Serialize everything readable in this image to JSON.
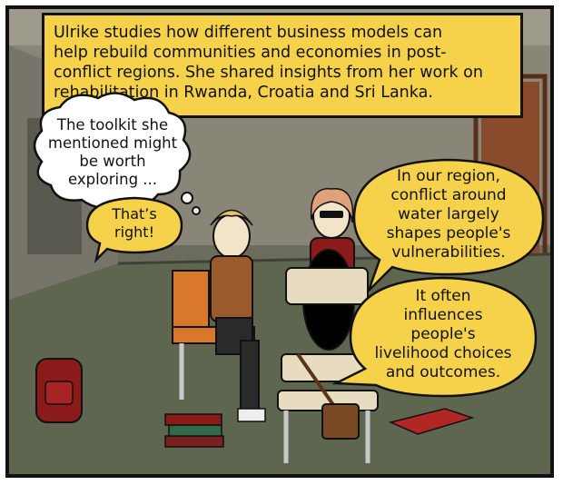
{
  "caption": {
    "lines": [
      "Ulrike studies how different business models can",
      "help rebuild communities and economies in post-",
      "conflict regions. She shared insights from her work on",
      "rehabilitation in Rwanda, Croatia and Sri Lanka."
    ]
  },
  "thought": {
    "lines": [
      "The toolkit she",
      "mentioned might",
      "be worth",
      "exploring ..."
    ]
  },
  "speech_left": {
    "lines": [
      "That’s",
      "right!"
    ]
  },
  "speech_right_top": {
    "lines": [
      "In our region,",
      "conflict around",
      "water largely",
      "shapes people's",
      "vulnerabilities."
    ]
  },
  "speech_right_bottom": {
    "lines": [
      "It often",
      "influences",
      "people's",
      "livelihood choices",
      "and outcomes."
    ]
  },
  "colors": {
    "caption_bg": "#f6d24a",
    "speech_bg": "#f6d24a",
    "thought_bg": "#ffffff",
    "wall": "#8a8677",
    "floor": "#5e6650",
    "door": "#8a4a2c"
  }
}
